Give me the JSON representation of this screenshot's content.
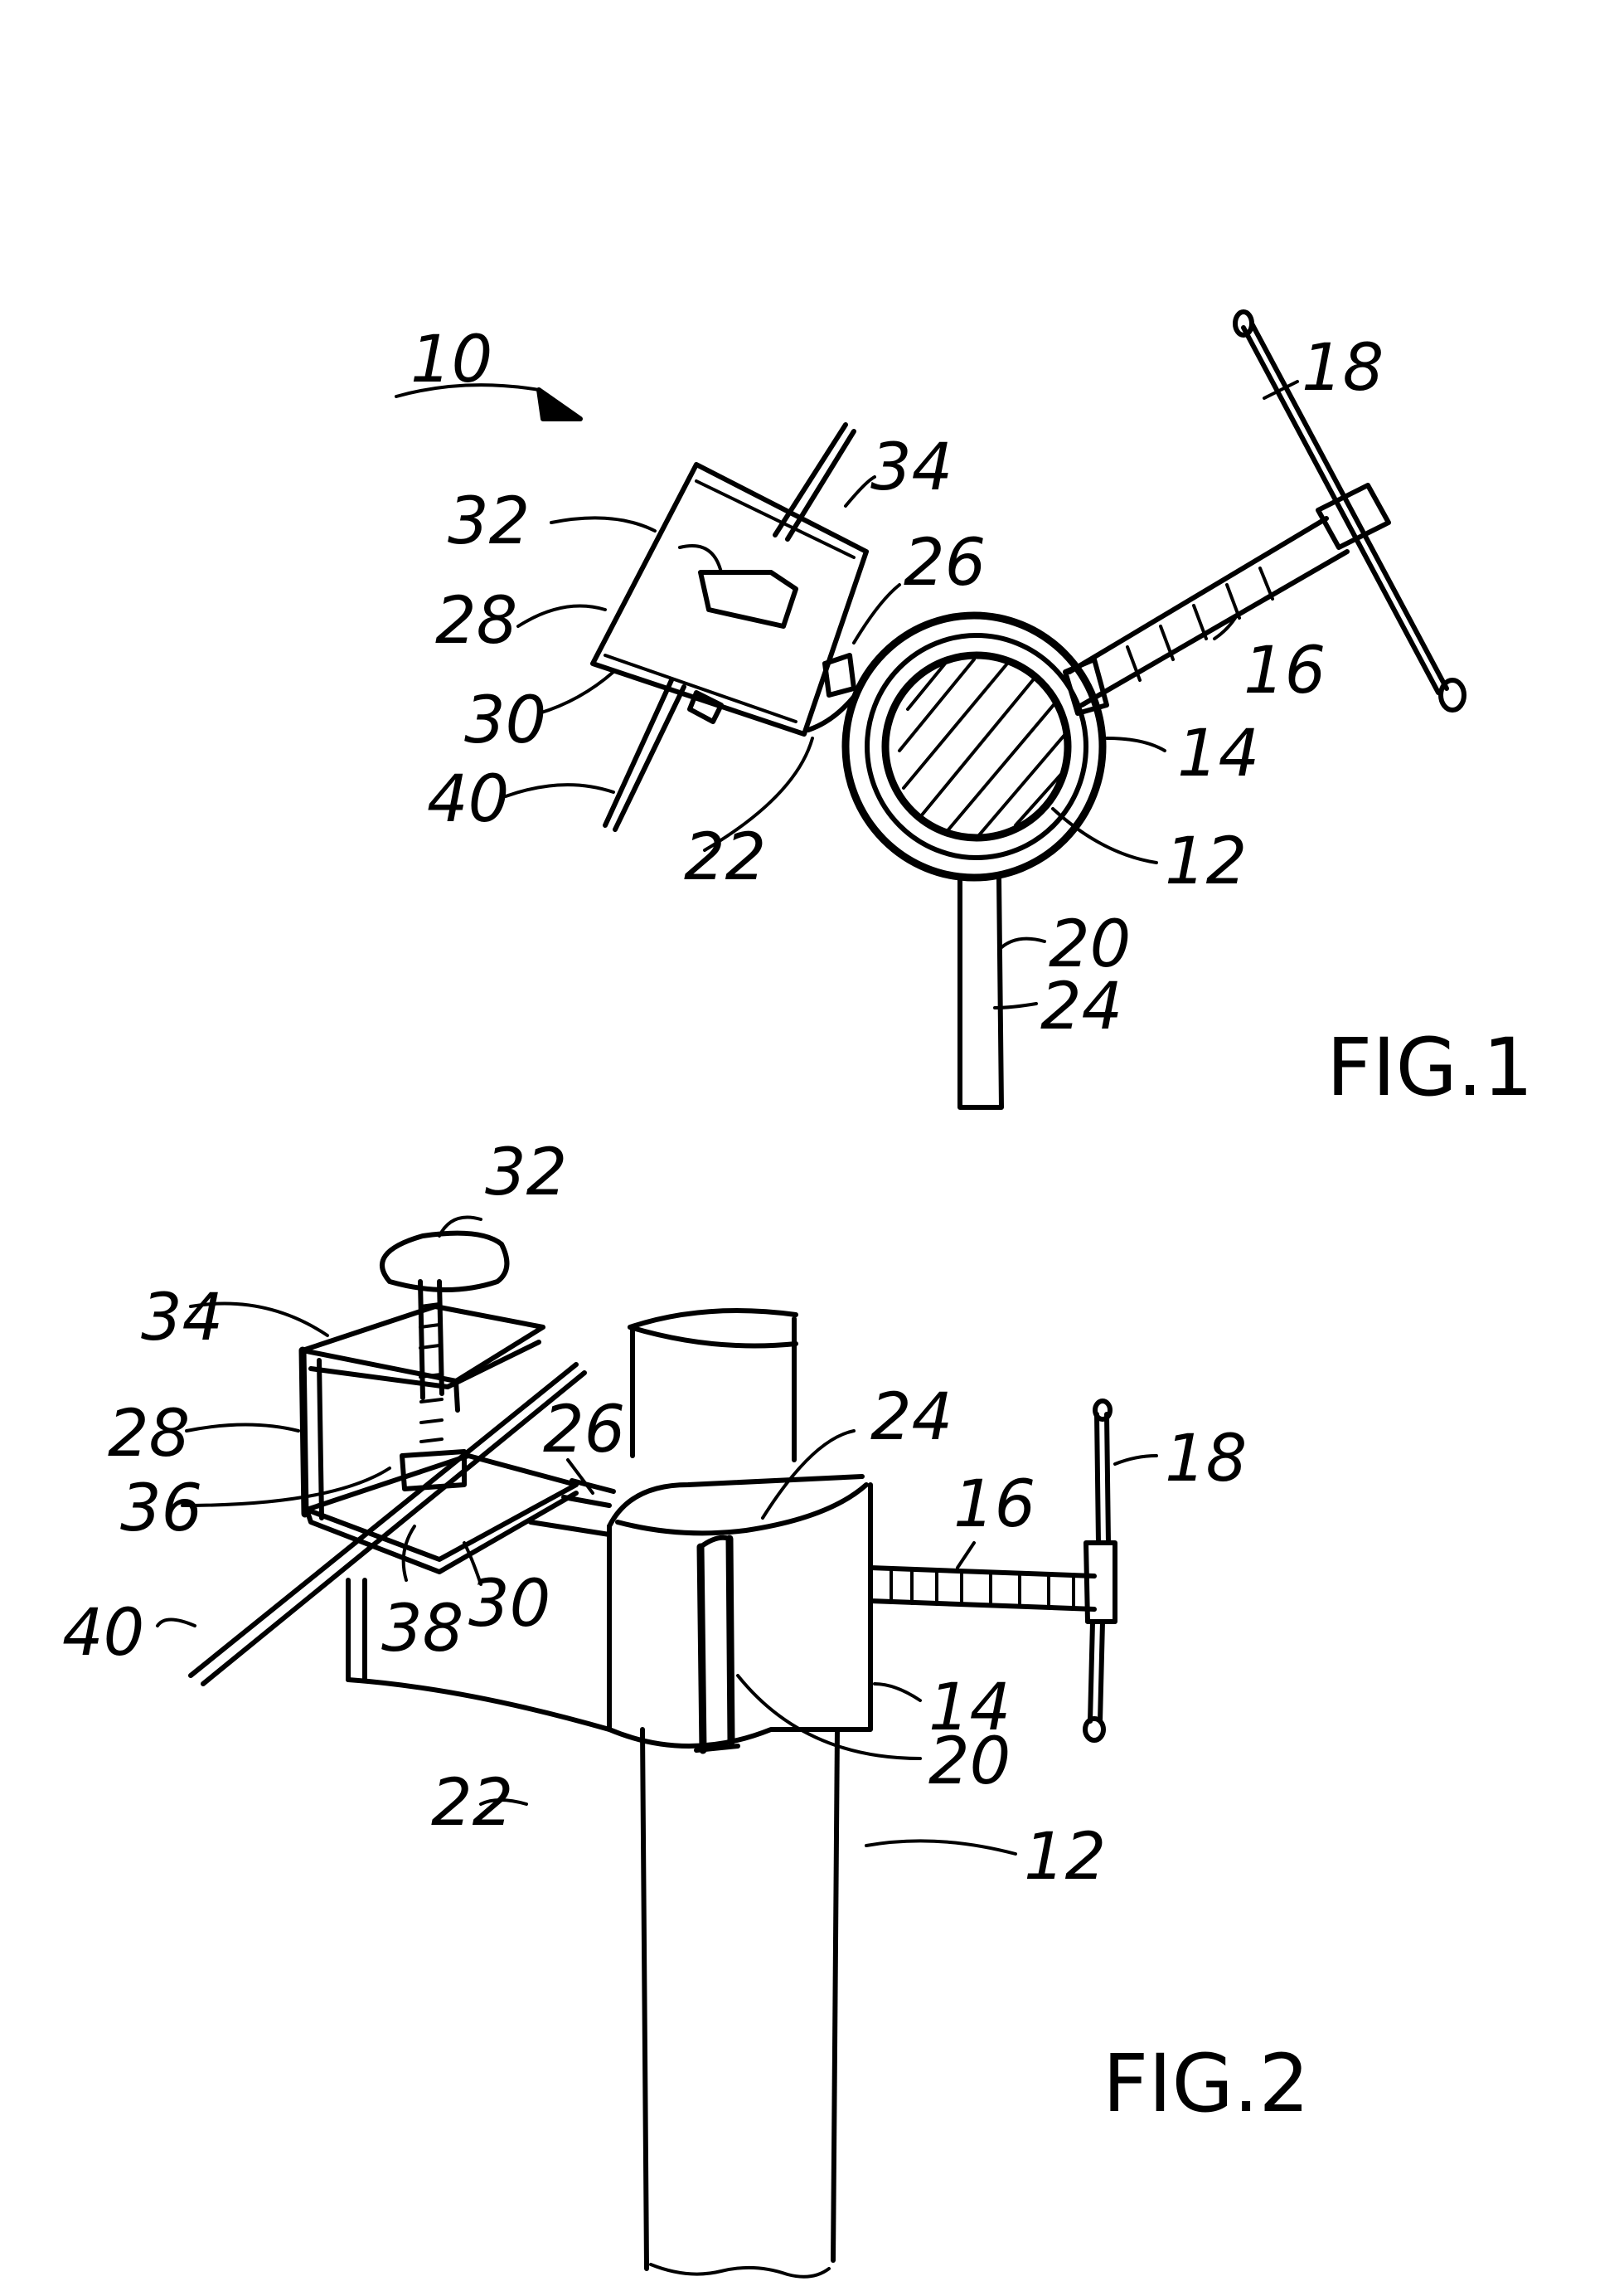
{
  "figures": [
    {
      "caption": "FIG.1",
      "labels": [
        "10",
        "32",
        "34",
        "26",
        "28",
        "30",
        "40",
        "22",
        "18",
        "16",
        "14",
        "12",
        "20",
        "24"
      ]
    },
    {
      "caption": "FIG.2",
      "labels": [
        "32",
        "34",
        "28",
        "36",
        "40",
        "38",
        "30",
        "26",
        "24",
        "16",
        "18",
        "14",
        "20",
        "22",
        "12"
      ]
    }
  ]
}
